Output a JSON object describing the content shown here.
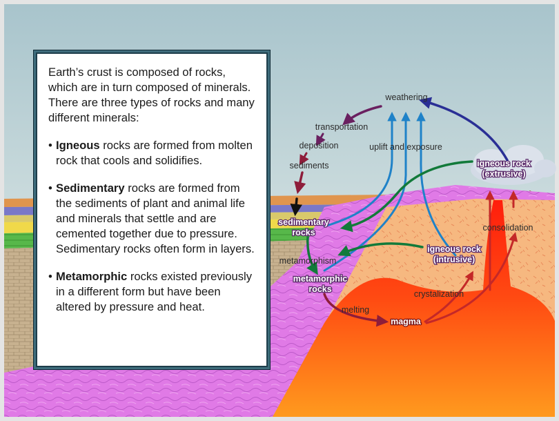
{
  "info": {
    "intro": "Earth’s crust is composed of rocks, which are in turn composed of minerals. There are three types of rocks and many different minerals:",
    "bullets": [
      {
        "dot": "•",
        "term": "Igneous",
        "text": " rocks are formed from molten rock that cools and solidifies."
      },
      {
        "dot": "•",
        "term": "Sedimentary",
        "text": " rocks are formed from the sediments of plant and animal life and minerals that settle and are cemented together due to pressure. Sedimentary rocks often form in layers."
      },
      {
        "dot": "•",
        "term": "Metamorphic",
        "text": " rocks existed previously in a different form but have been altered by pressure and heat."
      }
    ]
  },
  "cycle": {
    "weathering": "weathering",
    "transportation": "transportation",
    "deposition": "deposition",
    "sediments": "sediments",
    "uplift": "uplift and exposure",
    "sedimentary_1": "sedimentary",
    "sedimentary_2": "rocks",
    "metamorphism": "metamorphism",
    "metamorphic_1": "metamorphic",
    "metamorphic_2": "rocks",
    "melting": "melting",
    "magma": "magma",
    "crystalization": "crystalization",
    "consolidation": "consolidation",
    "intrusive_1": "igneous rock",
    "intrusive_2": "(intrusive)",
    "extrusive_1": "igneous rock",
    "extrusive_2": "(extrusive)"
  },
  "colors": {
    "sky_top": "#a8c4cc",
    "sky_bottom": "#eef3f2",
    "ground_pink": "#e07ae6",
    "magma_red": "#ff2a10",
    "magma_orange": "#ff8a1a",
    "crust_peach": "#f6b880",
    "arrow_purple": "#6a2060",
    "arrow_navy": "#2a2f95",
    "arrow_blue": "#1f82c8",
    "arrow_green": "#127a3a",
    "arrow_red": "#c42828",
    "arrow_maroon": "#8e1d3a"
  }
}
